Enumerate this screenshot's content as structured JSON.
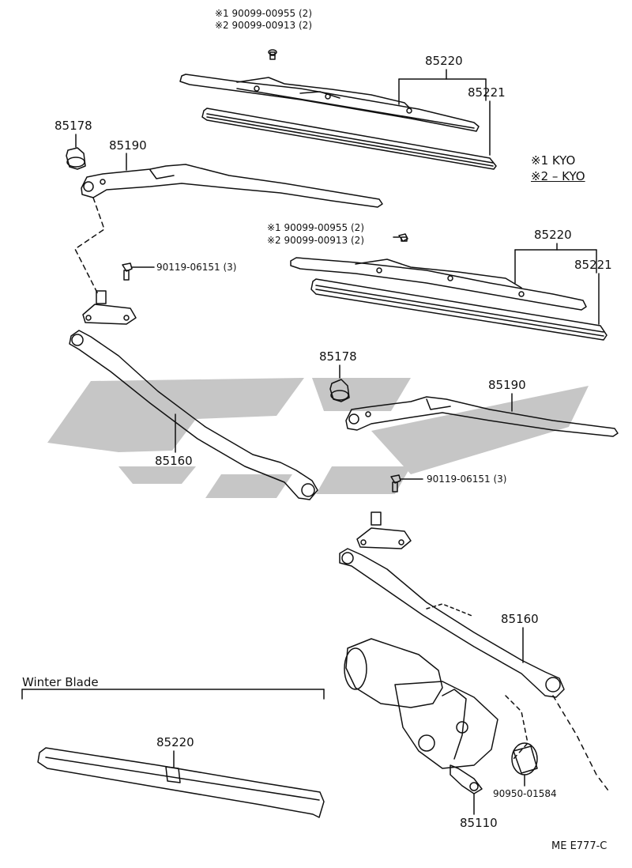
{
  "header_notes": {
    "a1": "※1 90099-00955 (2)",
    "a2": "※2 90099-00913 (2)",
    "b1": "※1 90099-00955 (2)",
    "b2": "※2 90099-00913 (2)"
  },
  "legend": {
    "line1": "※1 KYO",
    "line2": "※2 – KYO"
  },
  "parts": {
    "top_blade_assy": "85220",
    "top_blade_rubber": "85221",
    "top_cap": "85178",
    "top_arm": "85190",
    "top_bolt": "90119-06151 (3)",
    "top_link": "85160",
    "mid_blade_assy": "85220",
    "mid_blade_rubber": "85221",
    "mid_cap": "85178",
    "mid_arm": "85190",
    "mid_bolt": "90119-06151 (3)",
    "mid_link": "85160",
    "motor": "85110",
    "motor_cap": "90950-01584",
    "winter_blade_part": "85220"
  },
  "winter_blade_title": "Winter Blade",
  "diagram_code": "ME  E777-C",
  "colors": {
    "line": "#111111",
    "watermark": "#c6c6c6"
  }
}
